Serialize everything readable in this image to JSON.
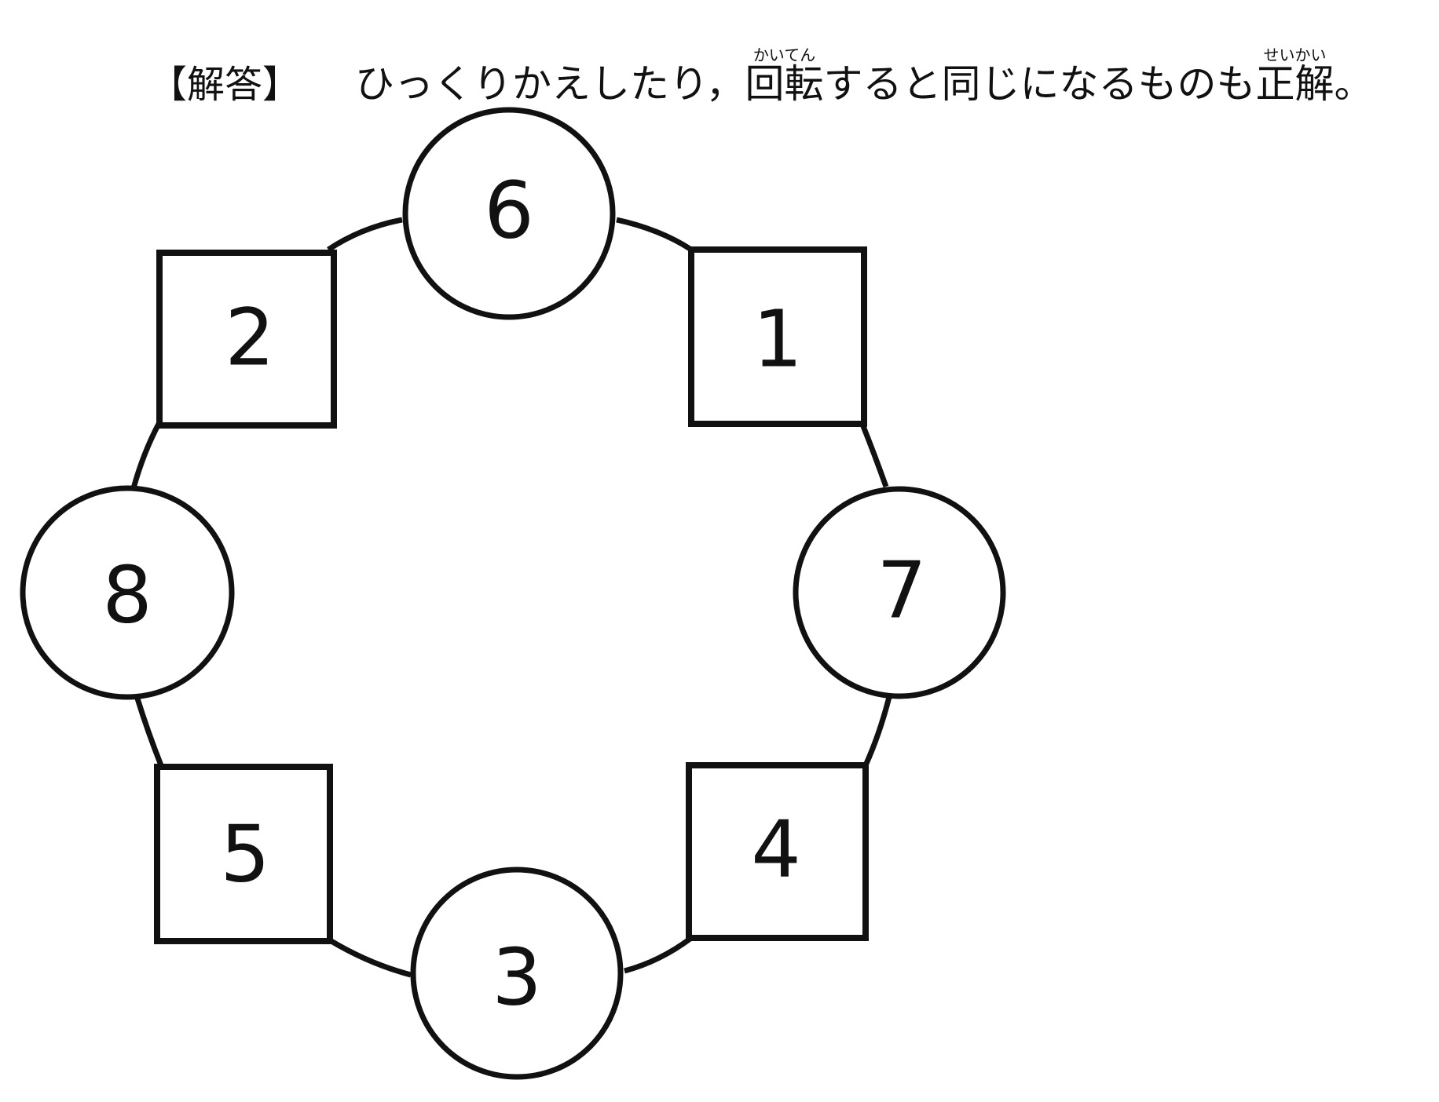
{
  "header": {
    "label": "【解答】",
    "text_before_ruby1": "ひっくりかえしたり，",
    "ruby1": {
      "base": "回転",
      "reading": "かいてん"
    },
    "text_between": "すると同じになるものも",
    "ruby2": {
      "base": "正解",
      "reading": "せいかい"
    },
    "text_after": "。"
  },
  "diagram": {
    "nodes": [
      {
        "id": "top-circle",
        "shape": "circle",
        "value": "6"
      },
      {
        "id": "top-right-square",
        "shape": "square",
        "value": "1"
      },
      {
        "id": "right-circle",
        "shape": "circle",
        "value": "7"
      },
      {
        "id": "bottom-right-square",
        "shape": "square",
        "value": "4"
      },
      {
        "id": "bottom-circle",
        "shape": "circle",
        "value": "3"
      },
      {
        "id": "bottom-left-square",
        "shape": "square",
        "value": "5"
      },
      {
        "id": "left-circle",
        "shape": "circle",
        "value": "8"
      },
      {
        "id": "top-left-square",
        "shape": "square",
        "value": "2"
      }
    ]
  }
}
